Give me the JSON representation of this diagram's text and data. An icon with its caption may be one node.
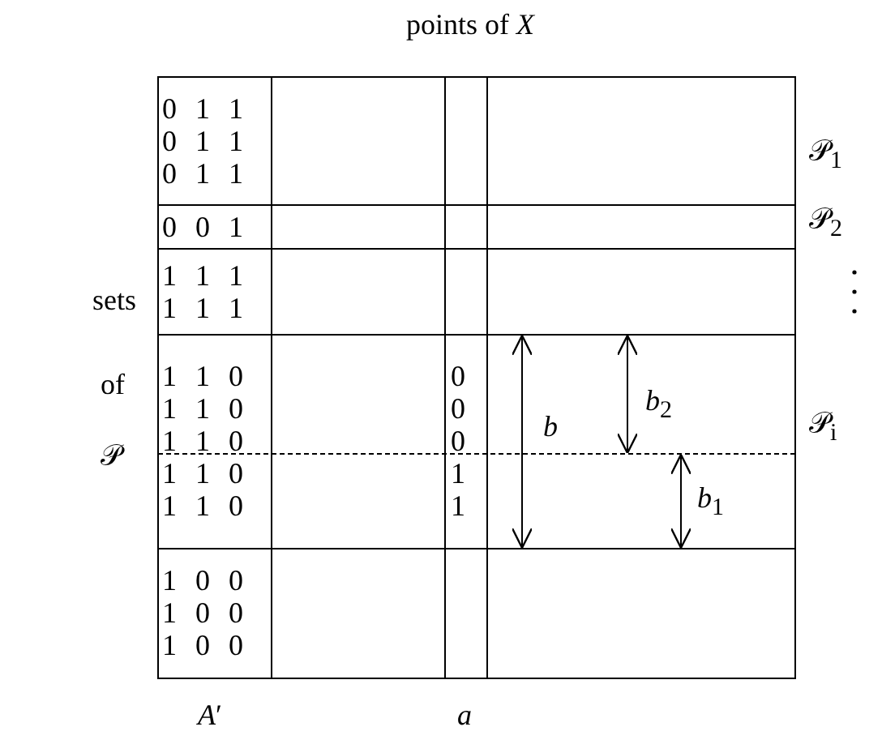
{
  "diagram": {
    "title": "points of *X*",
    "labels": [
      "0 1 1",
      "0 1 1",
      "0 1 1",
      "0 0 1",
      "1 1 1",
      "1 1 1",
      "1 1 0",
      "1 1 0",
      "1 1 0",
      "1 1 0",
      "1 1 0",
      "1 0 0",
      "1 0 0",
      "1 0 0",
      "0",
      "0",
      "0",
      "1",
      "1",
      "sets",
      "of",
      "𝒫",
      "𝒫$_{1}$",
      "𝒫$_{2}$",
      "𝒫$_{i}$",
      "*b*",
      "*b*$_{2}$",
      "*b*$_{1}$",
      "*A*′",
      "*a*"
    ]
  }
}
